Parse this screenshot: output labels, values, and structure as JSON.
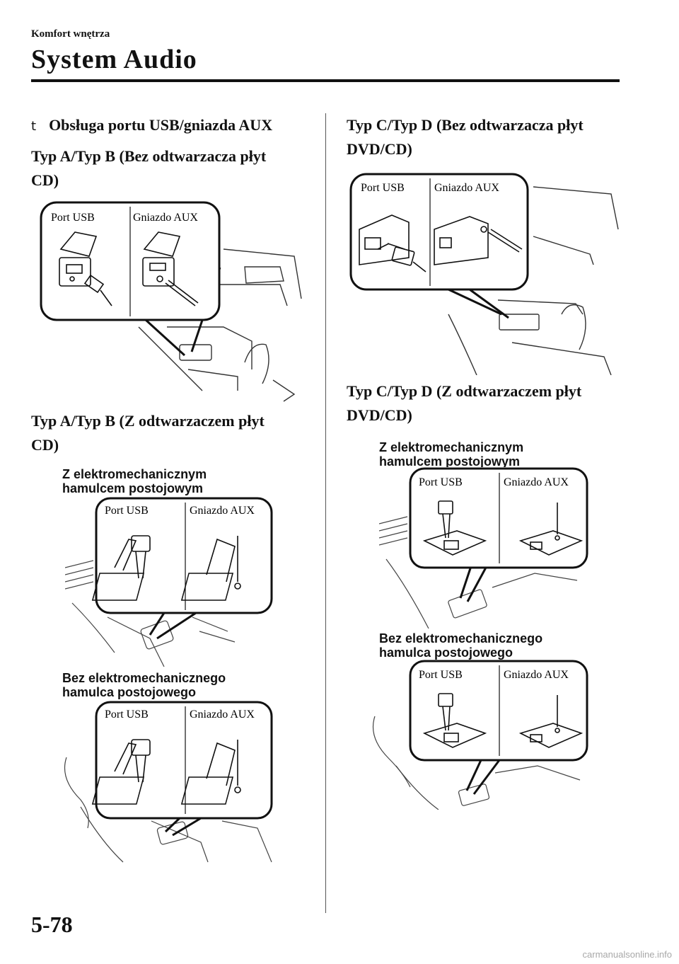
{
  "header": {
    "section": "Komfort wnętrza",
    "title": "System Audio"
  },
  "left": {
    "heading_main": "Obsługa portu USB/gniazda AUX",
    "bullet_glyph": "t",
    "heading_1_line1": "Typ A/Typ B (Bez odtwarzacza płyt",
    "heading_1_line2": "CD)",
    "heading_2_line1": "Typ A/Typ B (Z odtwarzaczem płyt",
    "heading_2_line2": "CD)",
    "sub_1_line1": "Z elektromechanicznym",
    "sub_1_line2": "hamulcem postojowym",
    "sub_2_line1": "Bez elektromechanicznego",
    "sub_2_line2": "hamulca postojowego"
  },
  "right": {
    "heading_1_line1": "Typ C/Typ D (Bez odtwarzacza płyt",
    "heading_1_line2": "DVD/CD)",
    "heading_2_line1": "Typ C/Typ D (Z odtwarzaczem płyt",
    "heading_2_line2": "DVD/CD)",
    "sub_1_line1": "Z elektromechanicznym",
    "sub_1_line2": "hamulcem postojowym",
    "sub_2_line1": "Bez elektromechanicznego",
    "sub_2_line2": "hamulca postojowego"
  },
  "callout": {
    "usb_label": "Port USB",
    "aux_label": "Gniazdo AUX"
  },
  "footer": {
    "page_number": "5-78",
    "watermark": "carmanualsonline.info"
  }
}
